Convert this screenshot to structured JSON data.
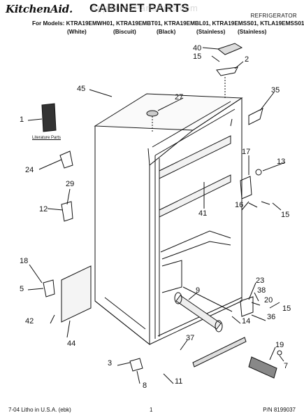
{
  "header": {
    "brand": "KitchenAid.",
    "title": "CABINET PARTS",
    "watermark": "AppliancePartsPros.com",
    "category": "REFRIGERATOR",
    "models_line": "For Models: KTRA19EMWH01, KTRA19EMBT01, KTRA19EMBL01, KTRA19EMSS01, KTLA19EMSS01",
    "colors": [
      "(White)",
      "(Biscuit)",
      "(Black)",
      "(Stainless)",
      "(Stainless)"
    ]
  },
  "footer": {
    "left": "7-04 Litho in U.S.A. (ebk)",
    "page": "1",
    "part_no": "P/N 8199037"
  },
  "literature_label": "Literature Parts",
  "callouts": [
    "40",
    "15",
    "2",
    "45",
    "27",
    "35",
    "1",
    "24",
    "17",
    "13",
    "29",
    "12",
    "41",
    "16",
    "15",
    "18",
    "5",
    "9",
    "23",
    "38",
    "20",
    "15",
    "42",
    "14",
    "36",
    "44",
    "37",
    "19",
    "3",
    "7",
    "11",
    "8"
  ]
}
